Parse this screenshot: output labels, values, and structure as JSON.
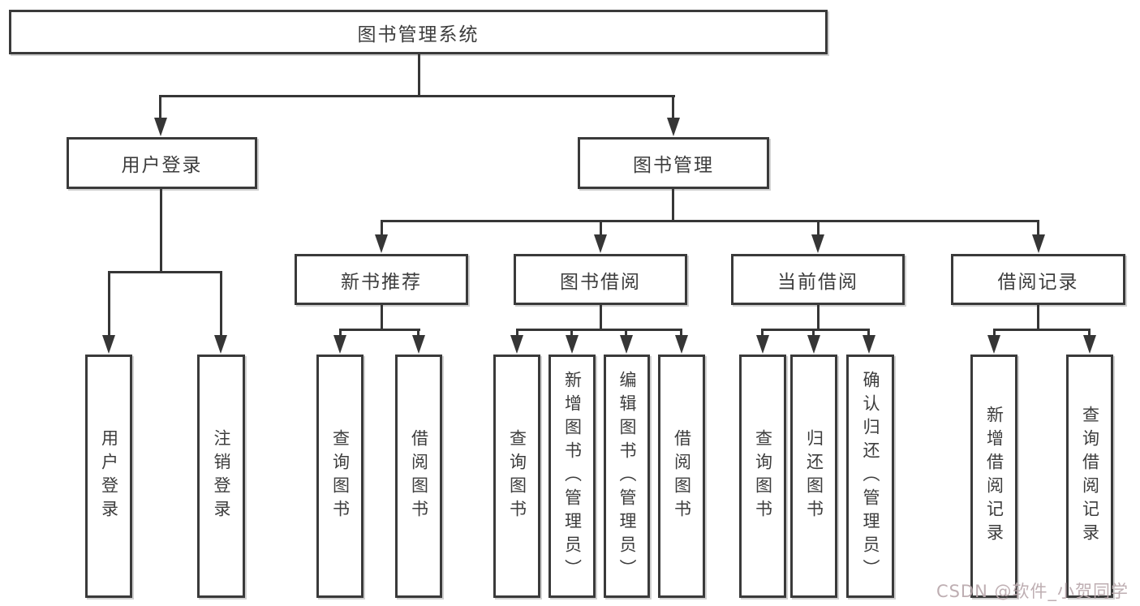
{
  "diagram": {
    "title": "图书管理系统",
    "tree": {
      "root": "图书管理系统",
      "user_branch": {
        "label": "用户登录",
        "leaves": [
          "用户登录",
          "注销登录"
        ]
      },
      "book_branch": {
        "label": "图书管理",
        "groups": [
          {
            "label": "新书推荐",
            "leaves": [
              "查询图书",
              "借阅图书"
            ]
          },
          {
            "label": "图书借阅",
            "leaves": [
              "查询图书",
              "新增图书（管理员）",
              "编辑图书（管理员）",
              "借阅图书"
            ]
          },
          {
            "label": "当前借阅",
            "leaves": [
              "查询图书",
              "归还图书",
              "确认归还（管理员）"
            ]
          },
          {
            "label": "借阅记录",
            "leaves": [
              "新增借阅记录",
              "查询借阅记录"
            ]
          }
        ]
      }
    },
    "colors": {
      "line": "#363636",
      "border": "#3a3a3a",
      "text": "#3d3d3d",
      "background": "#ffffff",
      "watermark": "#baaaae"
    }
  },
  "watermark": "CSDN @软件_小贺同学"
}
